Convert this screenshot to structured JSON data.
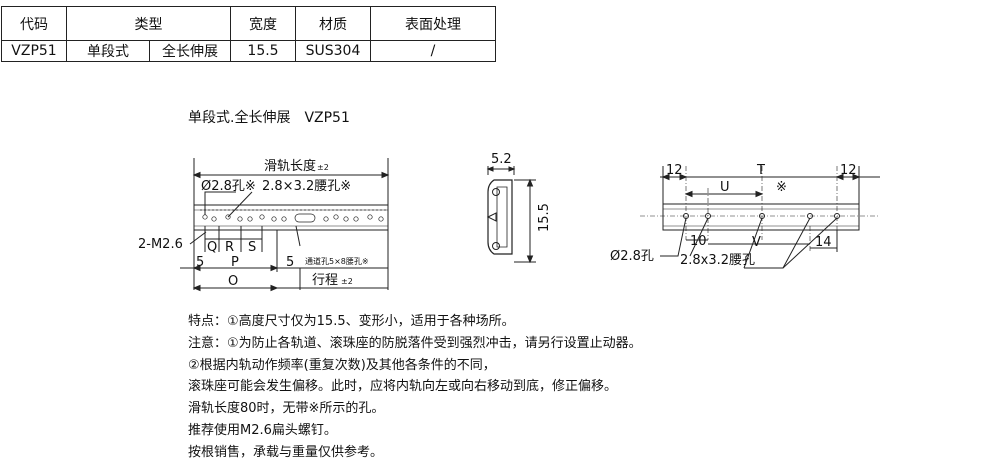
{
  "table": {
    "headers": [
      "代码",
      "类型",
      "宽度",
      "材质",
      "表面处理"
    ],
    "row": [
      "VZP51",
      "单段式",
      "全长伸展",
      "15.5",
      "SUS304",
      "/"
    ]
  },
  "drawing": {
    "title": "单段式.全长伸展　VZP51",
    "front": {
      "slide_length": "滑轨长度",
      "tol": "±2",
      "hole_label": "Ø2.8孔※",
      "slot_label": "2.8×3.2腰孔※",
      "screw_label": "2-M2.6",
      "q": "Q",
      "r": "R",
      "s": "S",
      "left_5": "5",
      "p": "P",
      "right_5": "5",
      "o": "O",
      "pass_hole": "通道孔5×8腰孔※",
      "stroke": "行程"
    },
    "side": {
      "top_dim": "5.2",
      "height_dim": "15.5"
    },
    "rear": {
      "d12_left": "12",
      "t": "T",
      "d12_right": "12",
      "u": "U",
      "mark": "※",
      "d10": "10",
      "v": "V",
      "d14": "14",
      "hole_label": "Ø2.8孔",
      "slot_label": "2.8x3.2腰孔"
    }
  },
  "notes": [
    "特点：①高度尺寸仅为15.5、变形小，适用于各种场所。",
    "注意：①为防止各轨道、滚珠座的防脱落件受到强烈冲击，请另行设置止动器。",
    "②根据内轨动作频率(重复次数)及其他各条件的不同，",
    "滚珠座可能会发生偏移。此时，应将内轨向左或向右移动到底，修正偏移。",
    "滑轨长度80时，无带※所示的孔。",
    "推荐使用M2.6扁头螺钉。",
    "按根销售，承载与重量仅供参考。"
  ]
}
